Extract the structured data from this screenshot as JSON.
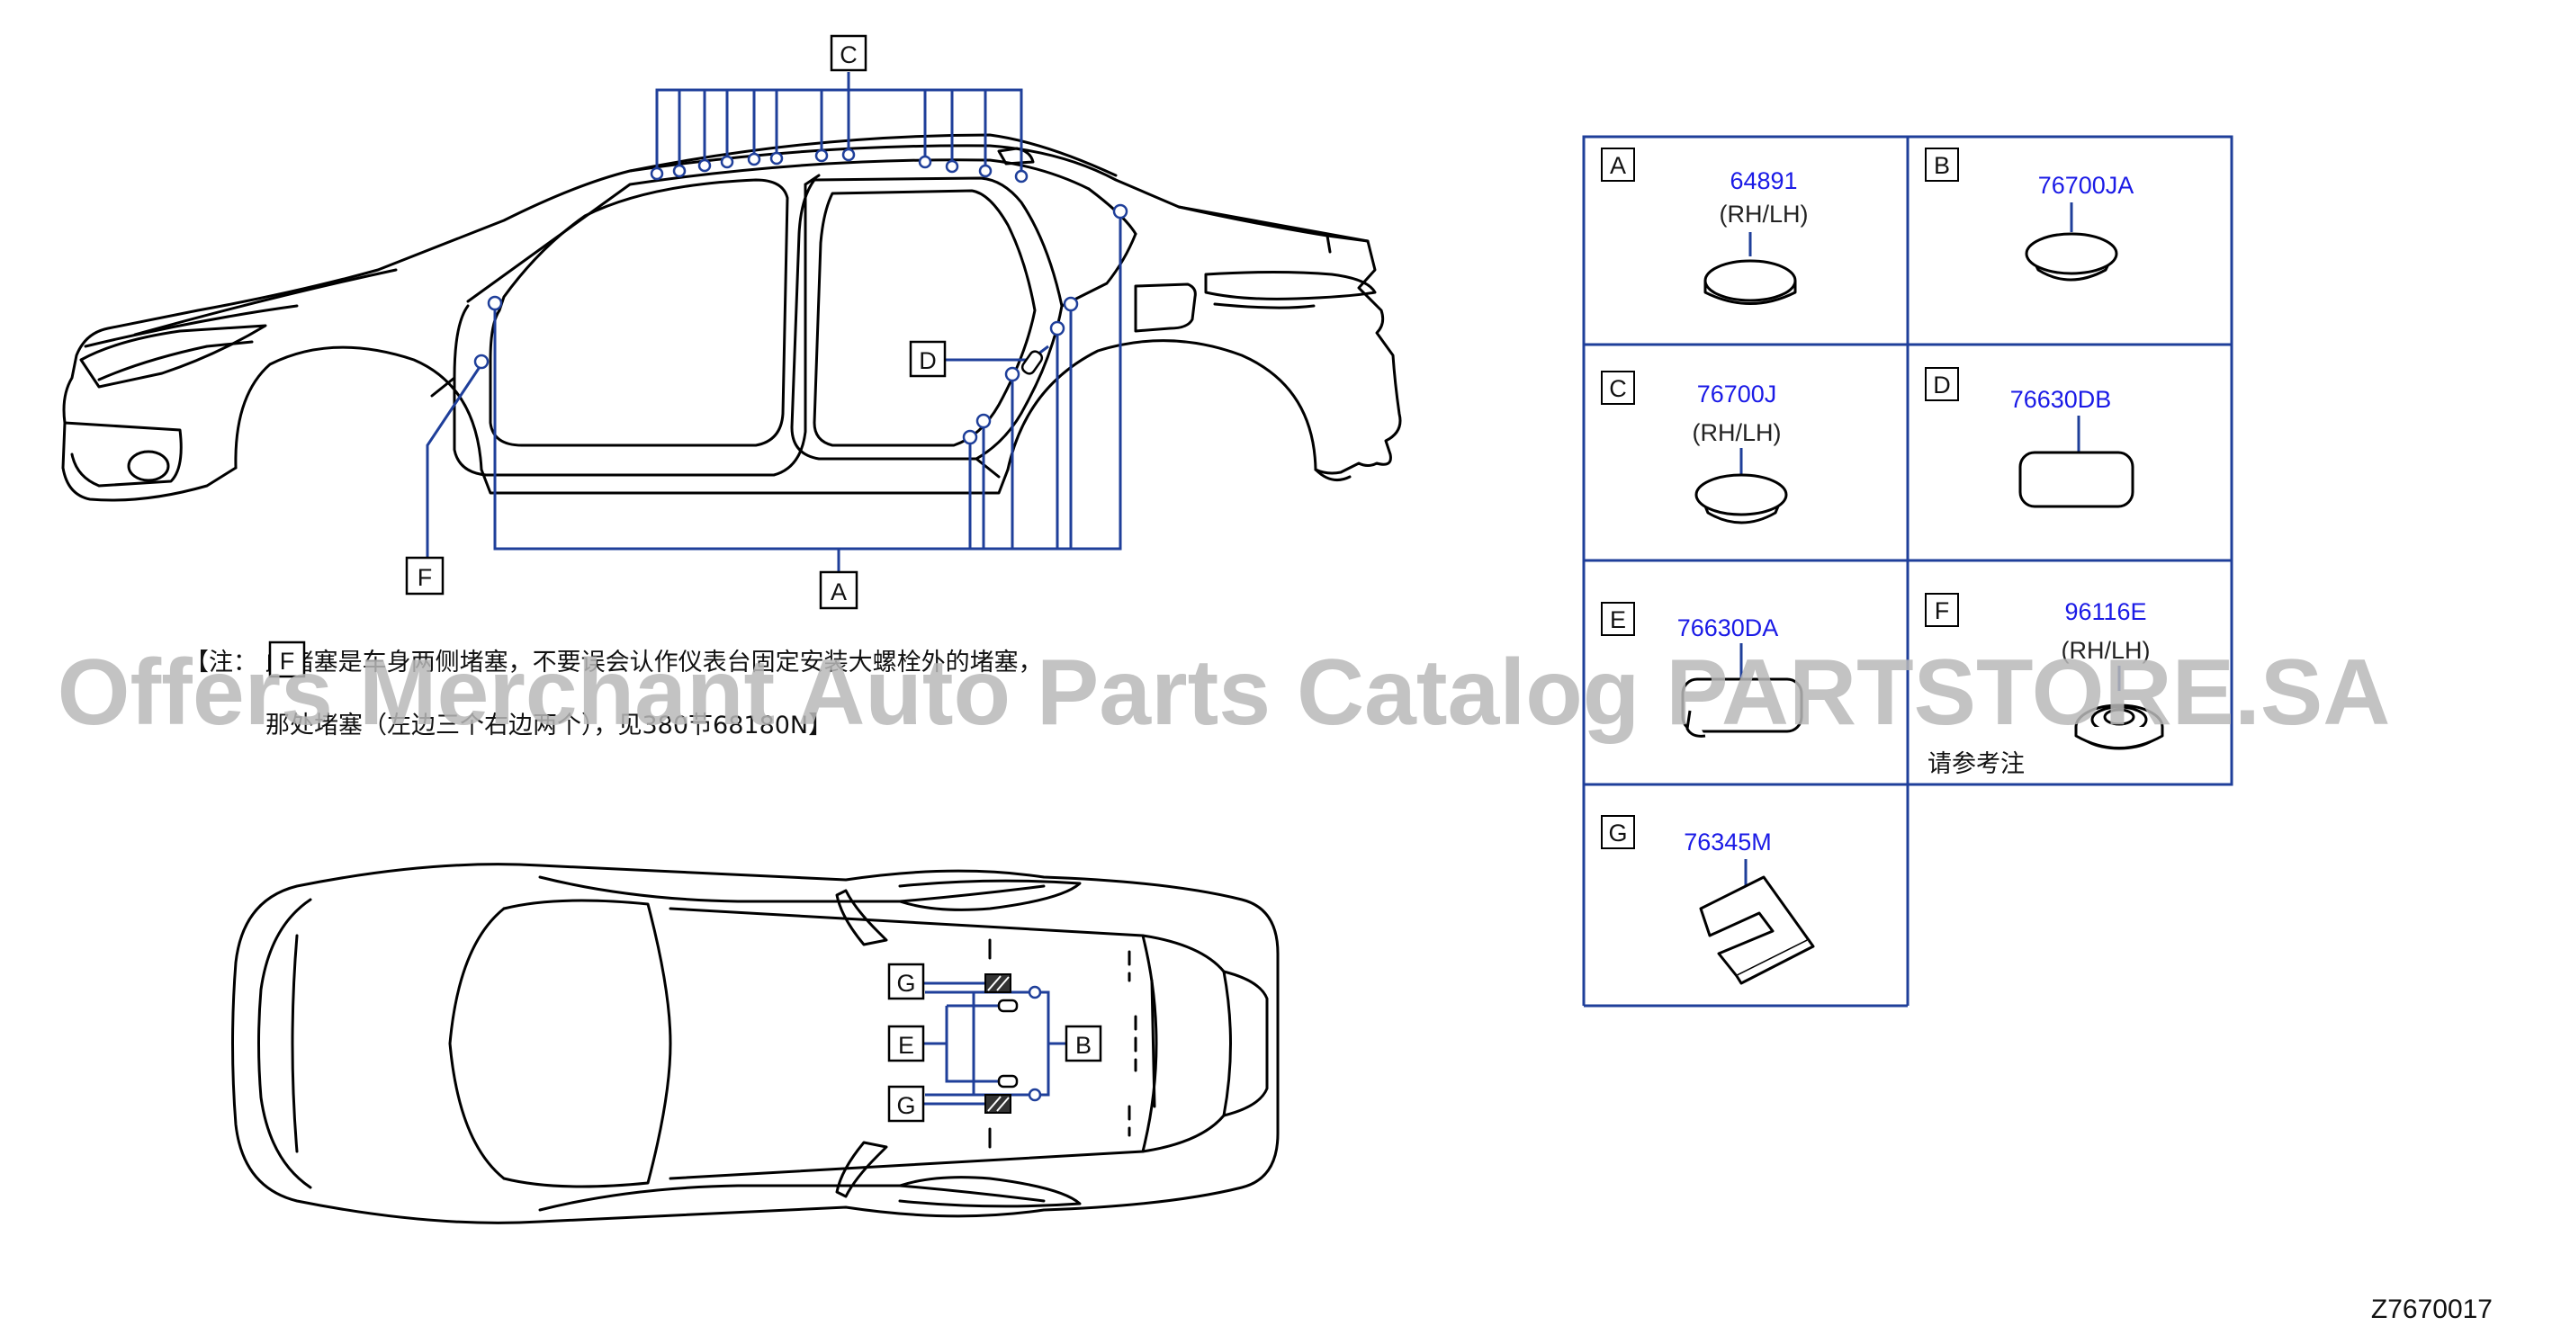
{
  "diagram_id": "Z7670017",
  "watermark": "Offers Merchant Auto Parts Catalog PARTSTORE.SA",
  "note": {
    "line1": "【注：    此堵塞是车身两侧堵塞，不要误会认作仪表台固定安装大螺栓外的堵塞，",
    "line2": "那处堵塞（左边三个右边两个），见380节68180N】"
  },
  "callouts": {
    "a": "A",
    "b": "B",
    "c": "C",
    "d": "D",
    "e": "E",
    "f": "F",
    "g": "G"
  },
  "parts": [
    {
      "letter": "A",
      "number": "64891",
      "sub": "(RH/LH)"
    },
    {
      "letter": "B",
      "number": "76700JA",
      "sub": ""
    },
    {
      "letter": "C",
      "number": "76700J",
      "sub": "(RH/LH)"
    },
    {
      "letter": "D",
      "number": "76630DB",
      "sub": ""
    },
    {
      "letter": "E",
      "number": "76630DA",
      "sub": ""
    },
    {
      "letter": "F",
      "number": "96116E",
      "sub": "(RH/LH)",
      "note": "请参考注"
    },
    {
      "letter": "G",
      "number": "76345M",
      "sub": ""
    }
  ],
  "colors": {
    "leader": "#1f3f9a",
    "part_number": "#1a1ae6",
    "line": "#000000",
    "watermark": "#b9b9b9"
  }
}
